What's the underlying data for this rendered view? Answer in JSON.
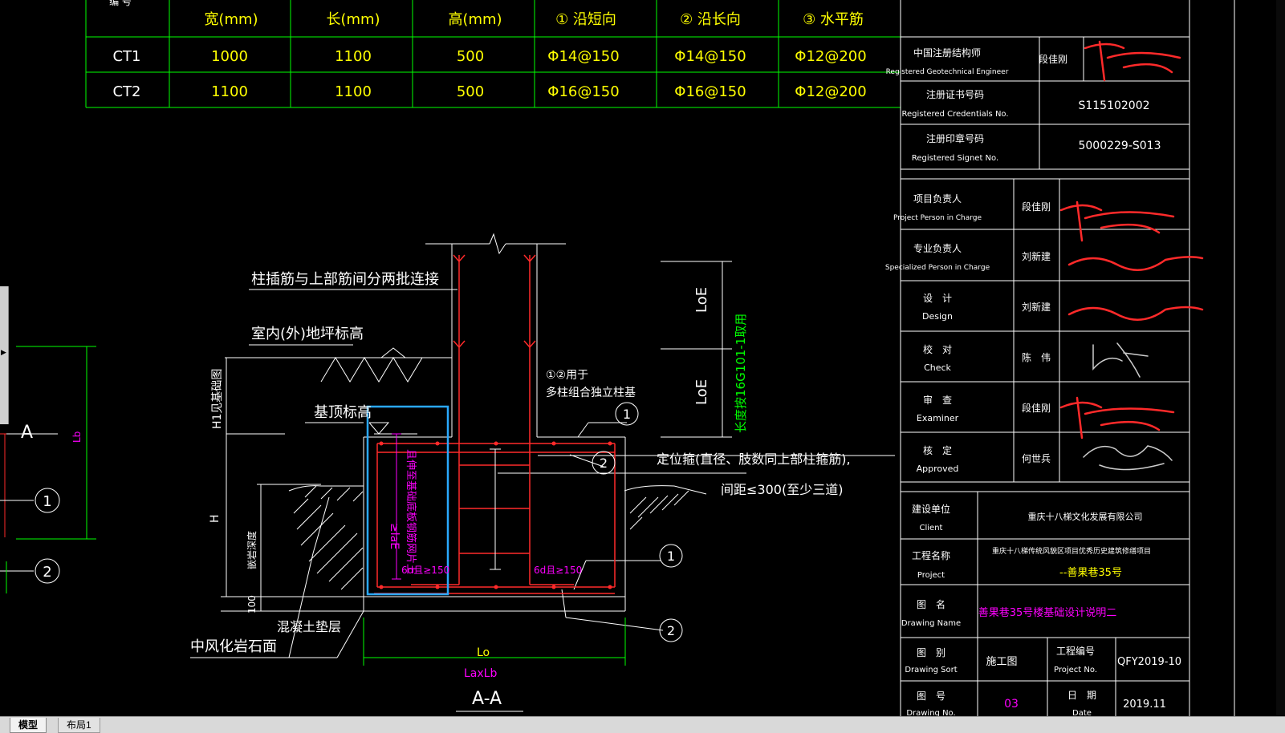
{
  "colors": {
    "background": "#000000",
    "grid": "#00ff00",
    "text_yellow": "#ffff00",
    "text_white": "#ffffff",
    "rebar_red": "#ff2a2a",
    "magenta": "#ff00ff",
    "cyan_box": "#2aa8ff"
  },
  "rebar_table": {
    "header_partial": "编 号",
    "headers": [
      "宽(mm)",
      "长(mm)",
      "高(mm)",
      "① 沿短向",
      "② 沿长向",
      "③ 水平筋"
    ],
    "rows": [
      {
        "id": "CT1",
        "w": "1000",
        "l": "1100",
        "h": "500",
        "short": "Φ14@150",
        "long": "Φ14@150",
        "horiz": "Φ12@200"
      },
      {
        "id": "CT2",
        "w": "1100",
        "l": "1100",
        "h": "500",
        "short": "Φ16@150",
        "long": "Φ16@150",
        "horiz": "Φ12@200"
      }
    ]
  },
  "section": {
    "label_insert": "柱插筋与上部筋间分两批连接",
    "label_floor": "室内(外)地坪标高",
    "label_top": "基顶标高",
    "label_h1": "H1见基础图",
    "label_H": "H",
    "label_depth": "嵌岩深度",
    "label_100": "100",
    "label_cushion": "混凝土垫层",
    "label_rock": "中风化岩石面",
    "label_note12_line1": "①②用于",
    "label_note12_line2": "多柱组合独立柱基",
    "label_stirrup_line1": "定位箍(直径、肢数同上部柱箍筋),",
    "label_stirrup_line2": "间距≤300(至少三道)",
    "label_loe": "LoE",
    "label_loe2": "LoE",
    "label_splice": "长度按16G101-1取用",
    "label_lae": "≥laE",
    "label_extend": "且伸至基础底板钢筋网片上",
    "label_6d_left": "6d且≥150",
    "label_6d_right": "6d且≥150",
    "label_Lo": "Lo",
    "label_LaxLb": "LaxLb",
    "label_aa": "A-A",
    "callout_1": "1",
    "callout_2": "2"
  },
  "left_detail": {
    "label_A": "A",
    "label_Lb": "Lb",
    "callout_1": "1",
    "callout_2": "2"
  },
  "title_block": {
    "reg_engineer_cn": "中国注册结构师",
    "reg_engineer_en": "Registered Geotechnical Engineer",
    "reg_engineer_name": "段佳刚",
    "cert_no_cn": "注册证书号码",
    "cert_no_en": "Registered Credentials No.",
    "cert_no_val": "S115102002",
    "signet_cn": "注册印章号码",
    "signet_en": "Registered Signet No.",
    "signet_val": "5000229-S013",
    "pm_cn": "项目负责人",
    "pm_en": "Project Person in Charge",
    "pm_name": "段佳刚",
    "spec_cn": "专业负责人",
    "spec_en": "Specialized Person in Charge",
    "spec_name": "刘新建",
    "design_cn": "设　计",
    "design_en": "Design",
    "design_name": "刘新建",
    "check_cn": "校　对",
    "check_en": "Check",
    "check_name": "陈　伟",
    "exam_cn": "审　查",
    "exam_en": "Examiner",
    "exam_name": "段佳刚",
    "appr_cn": "核　定",
    "appr_en": "Approved",
    "appr_name": "何世兵",
    "client_cn": "建设单位",
    "client_en": "Client",
    "client_val": "重庆十八梯文化发展有限公司",
    "project_cn": "工程名称",
    "project_en": "Project",
    "project_val1": "重庆十八梯传统风貌区项目优秀历史建筑修缮项目",
    "project_val2": "--善果巷35号",
    "dname_cn": "图　名",
    "dname_en": "Drawing Name",
    "dname_val": "善果巷35号楼基础设计说明二",
    "sort_cn": "图　别",
    "sort_en": "Drawing Sort",
    "sort_val": "施工图",
    "projno_cn": "工程编号",
    "projno_en": "Project No.",
    "projno_val": "QFY2019-10",
    "dno_cn": "图　号",
    "dno_en": "Drawing No.",
    "dno_val": "03",
    "date_cn": "日　期",
    "date_en": "Date",
    "date_val": "2019.11"
  },
  "tabs": {
    "model": "模型",
    "layout1": "布局1"
  }
}
